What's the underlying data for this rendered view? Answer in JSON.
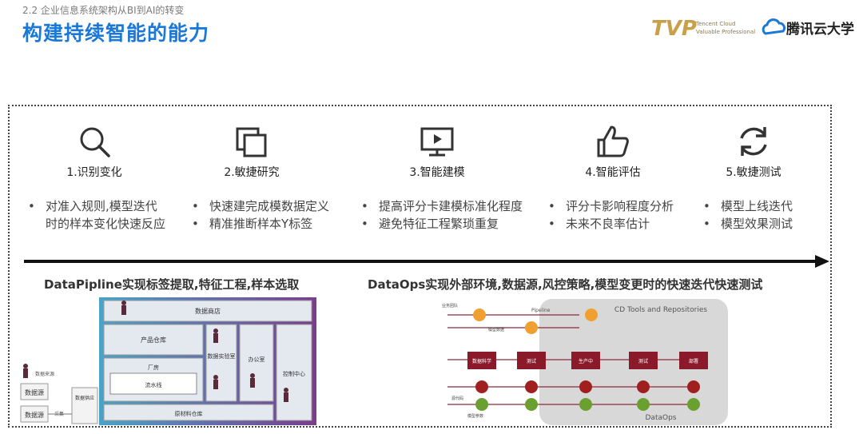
{
  "header": {
    "section": "2.2  企业信息系统架构从BI到AI的转变",
    "title": "构建持续智能的能力"
  },
  "logos": {
    "tvp_mark": "TVP",
    "tvp_sub1": "Tencent Cloud",
    "tvp_sub2": "Valuable Professional",
    "tencent_cloud": "腾讯云大学"
  },
  "steps": [
    {
      "label": "1.识别变化",
      "icon": "search-icon"
    },
    {
      "label": "2.敏捷研究",
      "icon": "copy-icon"
    },
    {
      "label": "3.智能建模",
      "icon": "play-screen-icon"
    },
    {
      "label": "4.智能评估",
      "icon": "thumbs-up-icon"
    },
    {
      "label": "5.敏捷测试",
      "icon": "refresh-icon"
    }
  ],
  "bullets": [
    [
      "对准入规则,模型迭代",
      "时的样本变化快速反应"
    ],
    [
      "快速建完成模数据定义",
      "精准推断样本Y标签"
    ],
    [
      "提高评分卡建模标准化程度",
      "避免特征工程繁琐重复"
    ],
    [
      "评分卡影响程度分析",
      "未来不良率估计"
    ],
    [
      "模型上线迭代",
      "模型效果测试"
    ]
  ],
  "captions": {
    "left": "DataPipline实现标签提取,特征工程,样本选取",
    "right": "DataOps实现外部环境,数据源,风控策略,模型变更时的快速迭代快速测试"
  },
  "left_diagram": {
    "rooms": {
      "top": "数据商店",
      "product": "产品仓库",
      "lab": "数据实验室",
      "office": "办公室",
      "control": "控制中心",
      "factory": "厂房",
      "pipeline": "流水线",
      "raw": "原材料仓库"
    },
    "sources": [
      "数据源",
      "数据源"
    ],
    "misc": [
      "数据来源",
      "数据供应",
      "采集"
    ]
  },
  "right_diagram": {
    "title": "CD Tools and Repositories",
    "footer": "DataOps",
    "labels": {
      "pipeline": "Pipeline",
      "nodes": [
        "数据科学",
        "测试",
        "生产中",
        "测试",
        "部署"
      ],
      "side": [
        "业务团队",
        "模型数据",
        "源代码",
        "模型参数"
      ]
    }
  }
}
